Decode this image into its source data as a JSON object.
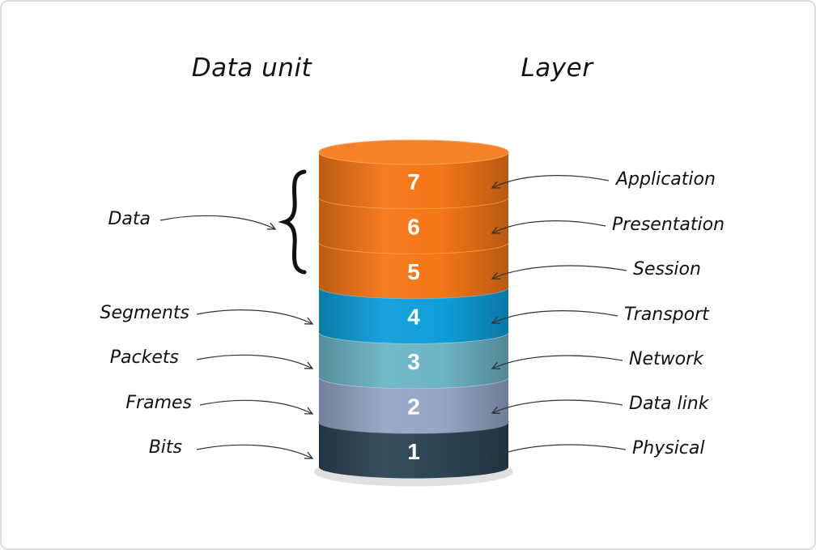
{
  "headers": {
    "data_unit": "Data unit",
    "layer": "Layer"
  },
  "layers": [
    {
      "number": "7",
      "name": "Application",
      "color": "#f47616"
    },
    {
      "number": "6",
      "name": "Presentation",
      "color": "#f47616"
    },
    {
      "number": "5",
      "name": "Session",
      "color": "#f47616"
    },
    {
      "number": "4",
      "name": "Transport",
      "color": "#0e9ed9"
    },
    {
      "number": "3",
      "name": "Network",
      "color": "#6db5c6"
    },
    {
      "number": "2",
      "name": "Data link",
      "color": "#95a5c6"
    },
    {
      "number": "1",
      "name": "Physical",
      "color": "#2b4555"
    }
  ],
  "data_units": [
    "Data",
    "Segments",
    "Packets",
    "Frames",
    "Bits"
  ]
}
